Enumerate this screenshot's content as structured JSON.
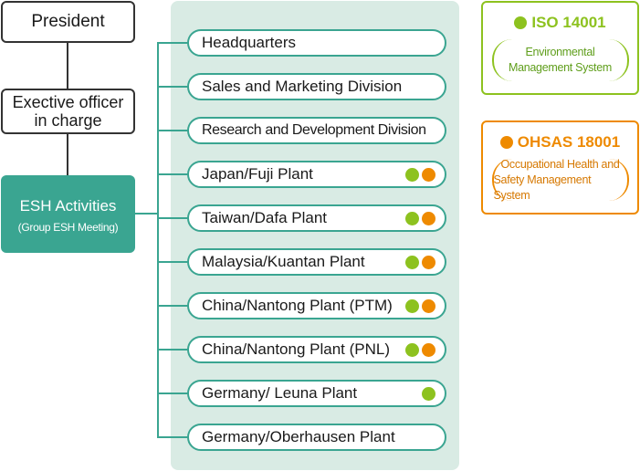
{
  "org": {
    "president": "President",
    "exec_line1": "Exective officer",
    "exec_line2": "in charge",
    "esh_title": "ESH Activities",
    "esh_subtitle": "(Group ESH Meeting)"
  },
  "units": [
    {
      "label": "Headquarters",
      "iso": false,
      "ohsas": false
    },
    {
      "label": "Sales and Marketing Division",
      "iso": false,
      "ohsas": false
    },
    {
      "label": "Research and Development Division",
      "iso": false,
      "ohsas": false
    },
    {
      "label": "Japan/Fuji Plant",
      "iso": true,
      "ohsas": true
    },
    {
      "label": "Taiwan/Dafa Plant",
      "iso": true,
      "ohsas": true
    },
    {
      "label": "Malaysia/Kuantan Plant",
      "iso": true,
      "ohsas": true
    },
    {
      "label": "China/Nantong Plant (PTM)",
      "iso": true,
      "ohsas": true
    },
    {
      "label": "China/Nantong Plant (PNL)",
      "iso": true,
      "ohsas": true
    },
    {
      "label": "Germany/ Leuna Plant",
      "iso": true,
      "ohsas": false
    },
    {
      "label": "Germany/Oberhausen Plant",
      "iso": false,
      "ohsas": false
    }
  ],
  "legend": {
    "iso": {
      "title": "ISO 14001",
      "line1": "Environmental",
      "line2": "Management System",
      "color": "#8dc21f"
    },
    "ohsas": {
      "title": "OHSAS 18001",
      "line1": "Occupational Health and",
      "line2": "Safety Management System",
      "color": "#ee8a00"
    }
  },
  "colors": {
    "accent": "#3aa591",
    "panel": "#d9ebe4"
  }
}
